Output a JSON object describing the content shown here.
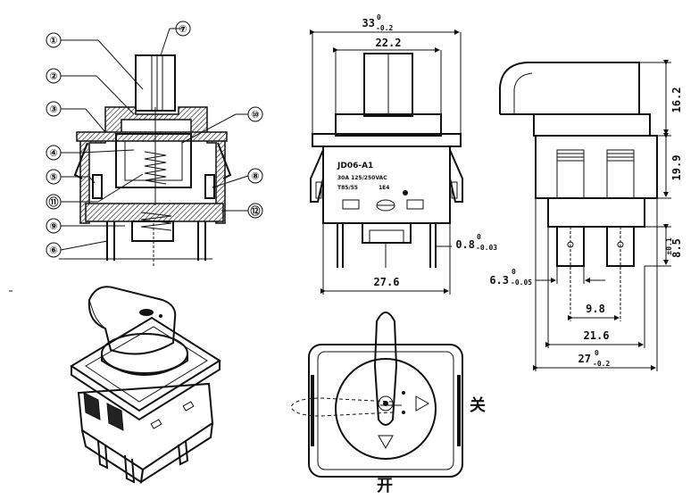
{
  "callouts": [
    "①",
    "②",
    "③",
    "④",
    "⑤",
    "⑪",
    "⑨",
    "⑥",
    "⑦",
    "⑩",
    "⑧",
    "⑫"
  ],
  "front_view": {
    "width_total": "33",
    "width_total_tol_top": "0",
    "width_total_tol_bottom": "-0.2",
    "knob_width": "22.2",
    "body_width": "27.6",
    "terminal_thickness": "0.8",
    "terminal_thickness_tol_top": "0",
    "terminal_thickness_tol_bottom": "-0.03",
    "model": "JD06-A1",
    "rating_line1": "30A 125/250VAC",
    "rating_line2": "T85/55",
    "rating_line3": "1E4"
  },
  "side_view": {
    "knob_height": "16.2",
    "body_height": "19.9",
    "terminal_height": "8.5",
    "terminal_height_tol": "±0.1",
    "terminal_width": "6.3",
    "terminal_width_tol_top": "0",
    "terminal_width_tol_bottom": "-0.05",
    "terminal_pitch": "9.8",
    "terminal_span": "21.6",
    "body_depth": "27",
    "body_depth_tol_top": "0",
    "body_depth_tol_bottom": "-0.2"
  },
  "top_view": {
    "off_label": "关",
    "on_label": "开"
  }
}
